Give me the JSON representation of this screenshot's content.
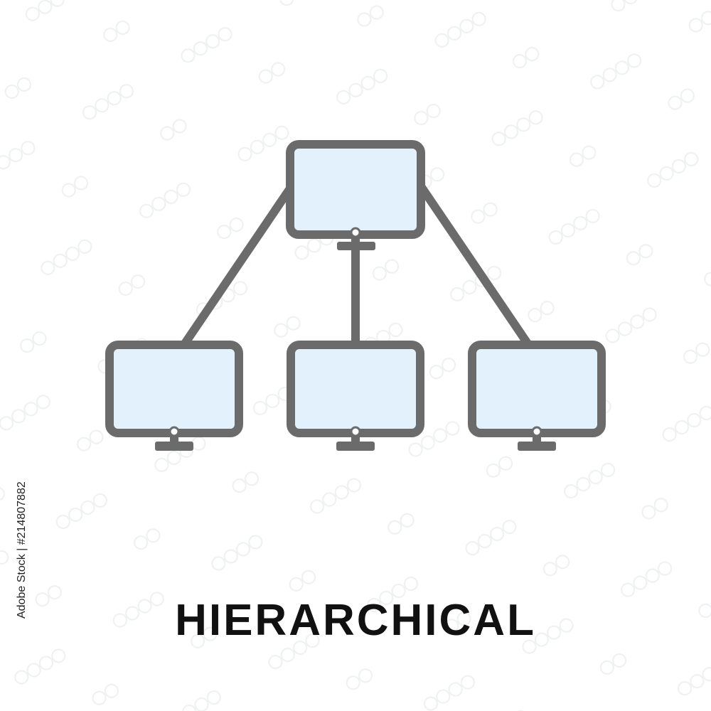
{
  "caption": "HIERARCHICAL",
  "stock_id": "Adobe Stock | #214807882",
  "nodes": [
    {
      "id": "top",
      "role": "parent"
    },
    {
      "id": "left",
      "role": "child"
    },
    {
      "id": "center",
      "role": "child"
    },
    {
      "id": "right",
      "role": "child"
    }
  ],
  "colors": {
    "outline": "#6b6b6b",
    "screen": "#e2f1fb",
    "text": "#111111"
  }
}
